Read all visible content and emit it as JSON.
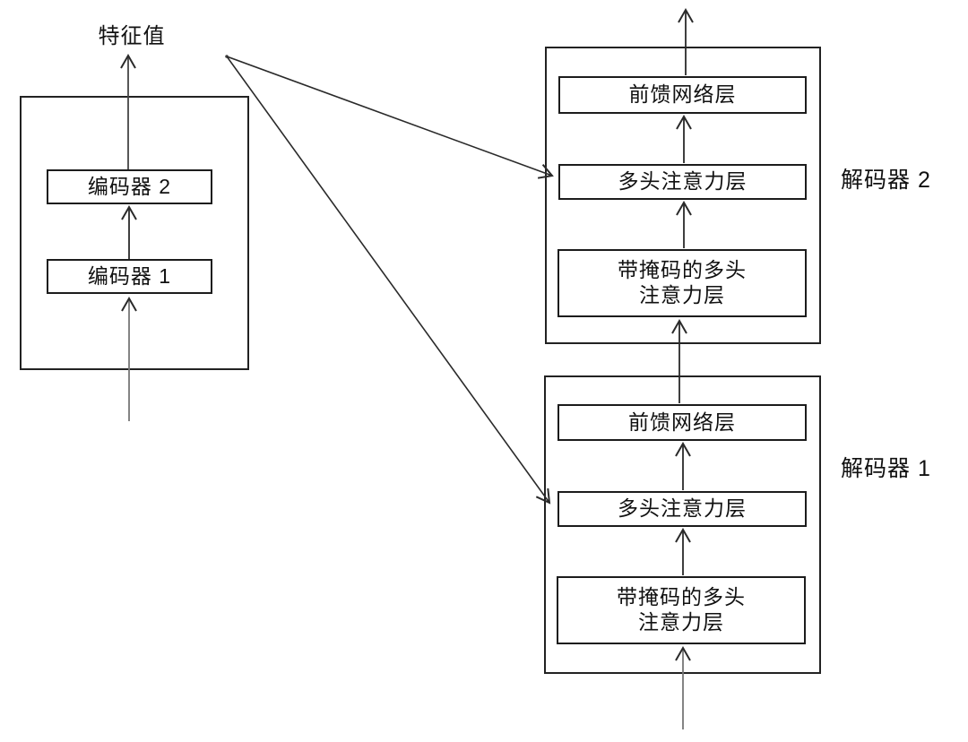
{
  "figure": {
    "feature_label": "特征值",
    "encoder_group": {
      "encoder2_label": "编码器 2",
      "encoder1_label": "编码器 1"
    },
    "decoder2_group": {
      "group_label": "解码器 2",
      "ffn_label": "前馈网络层",
      "mha_label": "多头注意力层",
      "masked_mha_line1": "带掩码的多头",
      "masked_mha_line2": "注意力层"
    },
    "decoder1_group": {
      "group_label": "解码器 1",
      "ffn_label": "前馈网络层",
      "mha_label": "多头注意力层",
      "masked_mha_line1": "带掩码的多头",
      "masked_mha_line2": "注意力层"
    },
    "colors": {
      "line": "#2a2a2a",
      "input_line": "#777777",
      "box_border": "#1c1c1c",
      "background": "#ffffff",
      "text": "#111111"
    }
  }
}
